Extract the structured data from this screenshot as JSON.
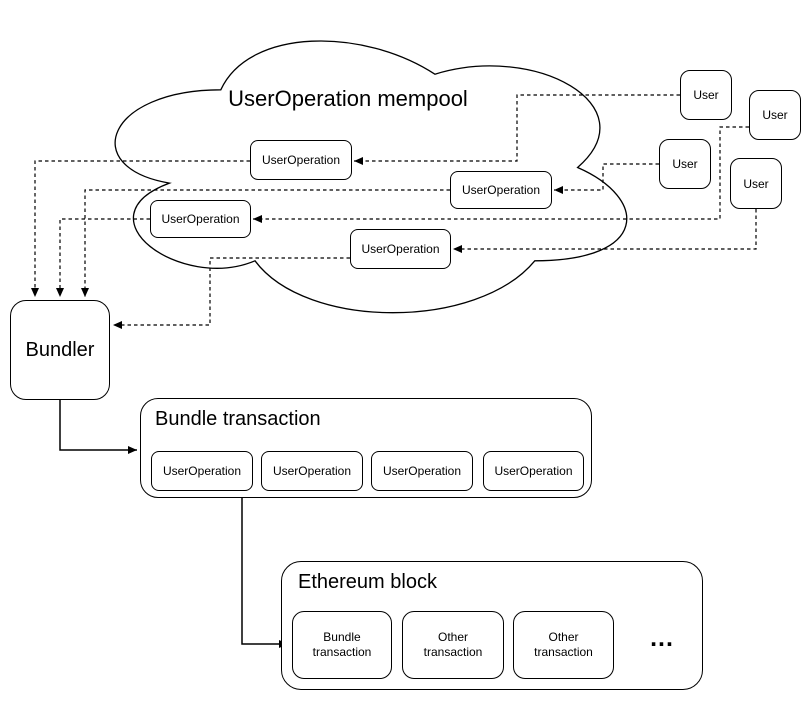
{
  "colors": {
    "stroke": "#000000",
    "fill": "#ffffff",
    "text": "#000000"
  },
  "mempool": {
    "title": "UserOperation mempool",
    "operations": [
      {
        "label": "UserOperation"
      },
      {
        "label": "UserOperation"
      },
      {
        "label": "UserOperation"
      },
      {
        "label": "UserOperation"
      }
    ]
  },
  "users": [
    {
      "label": "User"
    },
    {
      "label": "User"
    },
    {
      "label": "User"
    },
    {
      "label": "User"
    }
  ],
  "bundler": {
    "label": "Bundler"
  },
  "bundle_transaction": {
    "title": "Bundle transaction",
    "operations": [
      {
        "label": "UserOperation"
      },
      {
        "label": "UserOperation"
      },
      {
        "label": "UserOperation"
      },
      {
        "label": "UserOperation"
      }
    ]
  },
  "ethereum_block": {
    "title": "Ethereum block",
    "transactions": [
      {
        "label": "Bundle\ntransaction"
      },
      {
        "label": "Other\ntransaction"
      },
      {
        "label": "Other\ntransaction"
      }
    ],
    "ellipsis": "..."
  }
}
